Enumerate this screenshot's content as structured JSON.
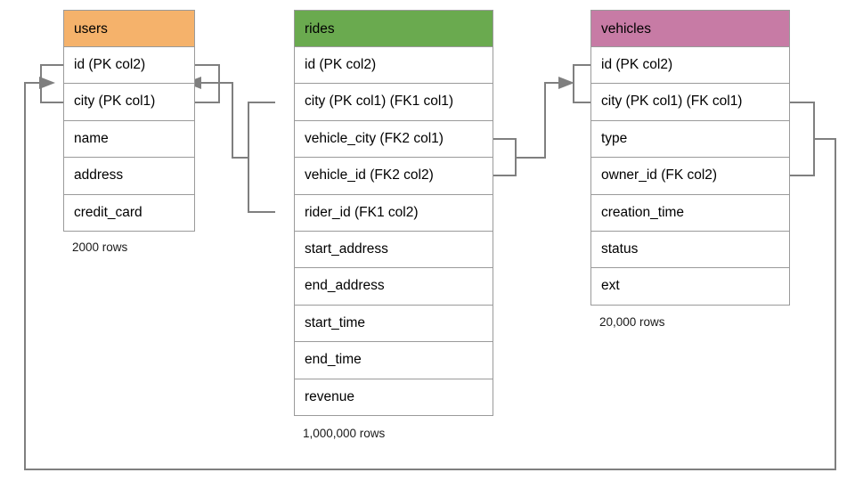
{
  "diagram": {
    "type": "entity-relationship-diagram",
    "background_color": "#ffffff",
    "connector_color": "#7f7f7f",
    "border_color": "#9a9a9a"
  },
  "tables": [
    {
      "id": "users",
      "title": "users",
      "header_color": "#F5B26B",
      "caption": "2000 rows",
      "fields": [
        {
          "label": "id (PK col2)"
        },
        {
          "label": "city (PK col1)"
        },
        {
          "label": "name"
        },
        {
          "label": "address"
        },
        {
          "label": "credit_card"
        }
      ]
    },
    {
      "id": "rides",
      "title": "rides",
      "header_color": "#6AAA4F",
      "caption": "1,000,000 rows",
      "fields": [
        {
          "label": "id (PK col2)"
        },
        {
          "label": "city (PK col1) (FK1 col1)"
        },
        {
          "label": "vehicle_city (FK2 col1)"
        },
        {
          "label": "vehicle_id (FK2 col2)"
        },
        {
          "label": "rider_id (FK1 col2)"
        },
        {
          "label": "start_address"
        },
        {
          "label": "end_address"
        },
        {
          "label": "start_time"
        },
        {
          "label": "end_time"
        },
        {
          "label": "revenue"
        }
      ]
    },
    {
      "id": "vehicles",
      "title": "vehicles",
      "header_color": "#C77BA5",
      "caption": "20,000 rows",
      "fields": [
        {
          "label": "id (PK col2)"
        },
        {
          "label": "city (PK col1) (FK col1)"
        },
        {
          "label": "type"
        },
        {
          "label": "owner_id (FK col2)"
        },
        {
          "label": "creation_time"
        },
        {
          "label": "status"
        },
        {
          "label": "ext"
        }
      ]
    }
  ],
  "relationships": [
    {
      "id": "rides-to-users",
      "from_table": "rides",
      "from_fields": [
        "city (PK col1) (FK1 col1)",
        "rider_id (FK1 col2)"
      ],
      "to_table": "users",
      "to_fields": [
        "id (PK col2)",
        "city (PK col1)"
      ],
      "arrow": "to-users"
    },
    {
      "id": "rides-to-vehicles",
      "from_table": "rides",
      "from_fields": [
        "vehicle_city (FK2 col1)",
        "vehicle_id (FK2 col2)"
      ],
      "to_table": "vehicles",
      "to_fields": [
        "id (PK col2)",
        "city (PK col1) (FK col1)"
      ],
      "arrow": "to-vehicles"
    },
    {
      "id": "vehicles-to-users",
      "from_table": "vehicles",
      "from_fields": [
        "city (PK col1) (FK col1)",
        "owner_id (FK col2)"
      ],
      "to_table": "users",
      "to_fields": [
        "id (PK col2)",
        "city (PK col1)"
      ],
      "arrow": "to-users-left"
    }
  ]
}
